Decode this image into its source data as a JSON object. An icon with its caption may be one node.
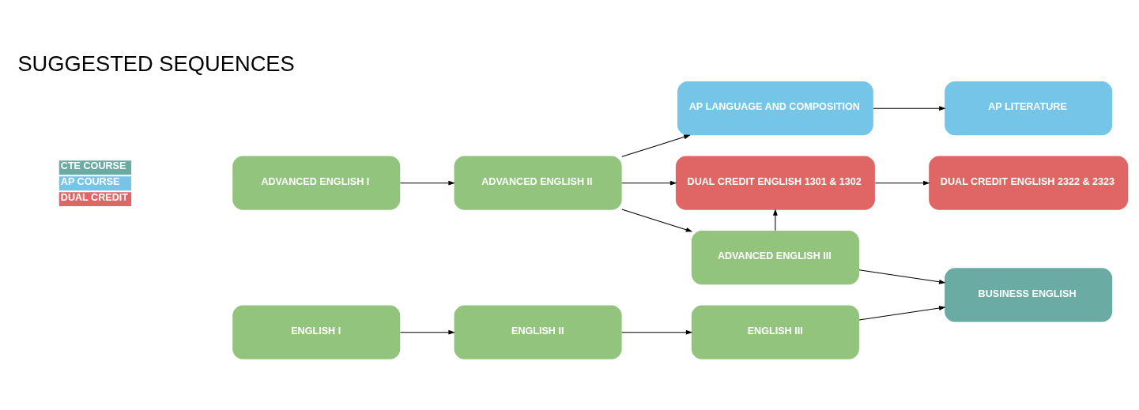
{
  "diagram": {
    "title": "SUGGESTED SEQUENCES",
    "nodes": [
      {
        "text": [
          "AP LANGUAGE AND COMPOSITION"
        ]
      },
      {
        "text": [
          "AP LITERATURE"
        ]
      },
      {
        "text": [
          "DUAL CREDIT ENGLISH 1301 & 1302"
        ]
      },
      {
        "text": [
          "DUAL CREDIT ENGLISH 2322 & 2323"
        ]
      },
      {
        "text": [
          "ADVANCED ENGLISH I"
        ]
      },
      {
        "text": [
          "ADVANCED ENGLISH II"
        ]
      },
      {
        "text": [
          "ADVANCED ENGLISH III"
        ]
      },
      {
        "text": [
          "BUSINESS ENGLISH"
        ]
      },
      {
        "text": [
          "ENGLISH I"
        ]
      },
      {
        "text": [
          "ENGLISH II"
        ]
      },
      {
        "text": [
          "ENGLISH III"
        ]
      }
    ],
    "edges": [
      {
        "from": 5,
        "to": 0,
        "arrow": "to"
      },
      {
        "from": 0,
        "to": 1,
        "arrow": "to"
      },
      {
        "from": 5,
        "to": 2,
        "arrow": "to"
      },
      {
        "from": 2,
        "to": 3,
        "arrow": "to"
      },
      {
        "from": 6,
        "to": 2,
        "arrow": "to"
      },
      {
        "from": 4,
        "to": 5,
        "arrow": "to"
      },
      {
        "from": 5,
        "to": 6,
        "arrow": "to"
      },
      {
        "from": 6,
        "to": 7,
        "arrow": "to"
      },
      {
        "from": 10,
        "to": 7,
        "arrow": "to"
      },
      {
        "from": 8,
        "to": 9,
        "arrow": "to"
      },
      {
        "from": 9,
        "to": 10,
        "arrow": "to"
      }
    ],
    "legend": [
      {
        "text": "CTE COURSE",
        "color": "#6aaba4"
      },
      {
        "text": "AP COURSE",
        "color": "#74c5e8"
      },
      {
        "text": "DUAL CREDIT",
        "color": "#e06666"
      }
    ]
  }
}
